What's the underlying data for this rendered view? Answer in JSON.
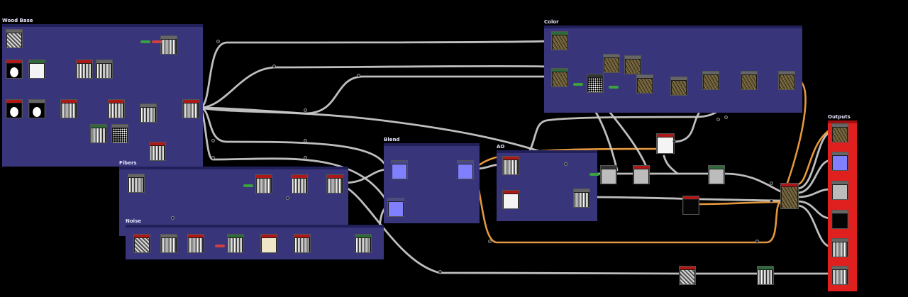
{
  "frames": [
    {
      "id": "wood-base",
      "label": "Wood Base",
      "color": "blue"
    },
    {
      "id": "fibers",
      "label": "Fibers",
      "color": "blue"
    },
    {
      "id": "noise",
      "label": "Noise",
      "color": "blue"
    },
    {
      "id": "blend",
      "label": "Blend",
      "color": "blue"
    },
    {
      "id": "ao",
      "label": "AO",
      "color": "blue"
    },
    {
      "id": "color",
      "label": "Color",
      "color": "blue"
    },
    {
      "id": "outputs",
      "label": "Outputs",
      "color": "red"
    }
  ],
  "colors": {
    "frame_blue": "#38357a",
    "frame_red": "#e0201e",
    "wire_grey": "#c8c8c8",
    "wire_orange": "#f0a040",
    "background": "#000000"
  },
  "nodes": [
    {
      "id": "n1",
      "frame": "wood-base",
      "header": "grey",
      "thumb": "noise"
    },
    {
      "id": "n2",
      "frame": "wood-base",
      "header": "grey",
      "thumb": "fib"
    },
    {
      "id": "n3",
      "frame": "wood-base",
      "header": "red",
      "thumb": "mask"
    },
    {
      "id": "n4",
      "frame": "wood-base",
      "header": "green",
      "thumb": "white"
    },
    {
      "id": "n5",
      "frame": "wood-base",
      "header": "red",
      "thumb": "fib"
    },
    {
      "id": "n6",
      "frame": "wood-base",
      "header": "grey",
      "thumb": "fib"
    },
    {
      "id": "n7",
      "frame": "wood-base",
      "header": "red",
      "thumb": "mask"
    },
    {
      "id": "n8",
      "frame": "wood-base",
      "header": "grey",
      "thumb": "mask"
    },
    {
      "id": "n9",
      "frame": "wood-base",
      "header": "red",
      "thumb": "fib"
    },
    {
      "id": "n10",
      "frame": "wood-base",
      "header": "red",
      "thumb": "fib"
    },
    {
      "id": "n11",
      "frame": "wood-base",
      "header": "grey",
      "thumb": "fib"
    },
    {
      "id": "n12",
      "frame": "wood-base",
      "header": "red",
      "thumb": "fib"
    },
    {
      "id": "n13",
      "frame": "wood-base",
      "header": "green",
      "thumb": "fib"
    },
    {
      "id": "n14",
      "frame": "wood-base",
      "header": "grey",
      "thumb": "spec"
    },
    {
      "id": "n15",
      "frame": "wood-base",
      "header": "red",
      "thumb": "fib"
    },
    {
      "id": "n16",
      "frame": "fibers",
      "header": "grey",
      "thumb": "fib"
    },
    {
      "id": "n17",
      "frame": "fibers",
      "header": "red",
      "thumb": "fib"
    },
    {
      "id": "n18",
      "frame": "fibers",
      "header": "red",
      "thumb": "fib"
    },
    {
      "id": "n19",
      "frame": "fibers",
      "header": "red",
      "thumb": "fib"
    },
    {
      "id": "n20",
      "frame": "noise",
      "header": "red",
      "thumb": "noise"
    },
    {
      "id": "n21",
      "frame": "noise",
      "header": "grey",
      "thumb": "fib"
    },
    {
      "id": "n22",
      "frame": "noise",
      "header": "red",
      "thumb": "fib"
    },
    {
      "id": "n23",
      "frame": "noise",
      "header": "green",
      "thumb": "fib"
    },
    {
      "id": "n24",
      "frame": "noise",
      "header": "red",
      "thumb": "cream"
    },
    {
      "id": "n25",
      "frame": "noise",
      "header": "red",
      "thumb": "fib"
    },
    {
      "id": "n26",
      "frame": "noise",
      "header": "green",
      "thumb": "fib"
    },
    {
      "id": "n27",
      "frame": "blend",
      "header": "blue",
      "thumb": "blue"
    },
    {
      "id": "n28",
      "frame": "blend",
      "header": "blue",
      "thumb": "blue"
    },
    {
      "id": "n29",
      "frame": "blend",
      "header": "blue",
      "thumb": "blue"
    },
    {
      "id": "n30",
      "frame": "ao",
      "header": "red",
      "thumb": "fib"
    },
    {
      "id": "n31",
      "frame": "ao",
      "header": "red",
      "thumb": "white"
    },
    {
      "id": "n32",
      "frame": "ao",
      "header": "grey",
      "thumb": "fib"
    },
    {
      "id": "n33",
      "frame": "color",
      "header": "green",
      "thumb": "dirt"
    },
    {
      "id": "n34",
      "frame": "color",
      "header": "green",
      "thumb": "dirt"
    },
    {
      "id": "n35",
      "frame": "color",
      "header": "dark",
      "thumb": "spec"
    },
    {
      "id": "n36",
      "frame": "color",
      "header": "grey",
      "thumb": "dirt"
    },
    {
      "id": "n37",
      "frame": "color",
      "header": "grey",
      "thumb": "dirt"
    },
    {
      "id": "n38",
      "frame": "color",
      "header": "grey",
      "thumb": "dirt"
    },
    {
      "id": "n39",
      "frame": "color",
      "header": "grey",
      "thumb": "dirt"
    },
    {
      "id": "n40",
      "frame": "color",
      "header": "grey",
      "thumb": "dirt"
    },
    {
      "id": "n41",
      "frame": "color",
      "header": "grey",
      "thumb": "dirt"
    },
    {
      "id": "n42",
      "frame": "color",
      "header": "grey",
      "thumb": "dirt"
    },
    {
      "id": "n43",
      "frame": "",
      "header": "red",
      "thumb": "white"
    },
    {
      "id": "n44",
      "frame": "",
      "header": "dark",
      "thumb": "grey"
    },
    {
      "id": "n45",
      "frame": "",
      "header": "red",
      "thumb": "grey"
    },
    {
      "id": "n46",
      "frame": "",
      "header": "green",
      "thumb": "grey"
    },
    {
      "id": "n47",
      "frame": "",
      "header": "red",
      "thumb": "black"
    },
    {
      "id": "n48",
      "frame": "",
      "header": "red",
      "thumb": "noise"
    },
    {
      "id": "n49",
      "frame": "",
      "header": "red",
      "thumb": "dirt"
    },
    {
      "id": "n50",
      "frame": "",
      "header": "green",
      "thumb": "fib"
    },
    {
      "id": "n51",
      "frame": "outputs",
      "header": "grey",
      "thumb": "dirt"
    },
    {
      "id": "n52",
      "frame": "outputs",
      "header": "grey",
      "thumb": "blue"
    },
    {
      "id": "n53",
      "frame": "outputs",
      "header": "grey",
      "thumb": "grey"
    },
    {
      "id": "n54",
      "frame": "outputs",
      "header": "grey",
      "thumb": "black"
    },
    {
      "id": "n55",
      "frame": "outputs",
      "header": "grey",
      "thumb": "fib"
    },
    {
      "id": "n56",
      "frame": "outputs",
      "header": "grey",
      "thumb": "fib"
    }
  ]
}
